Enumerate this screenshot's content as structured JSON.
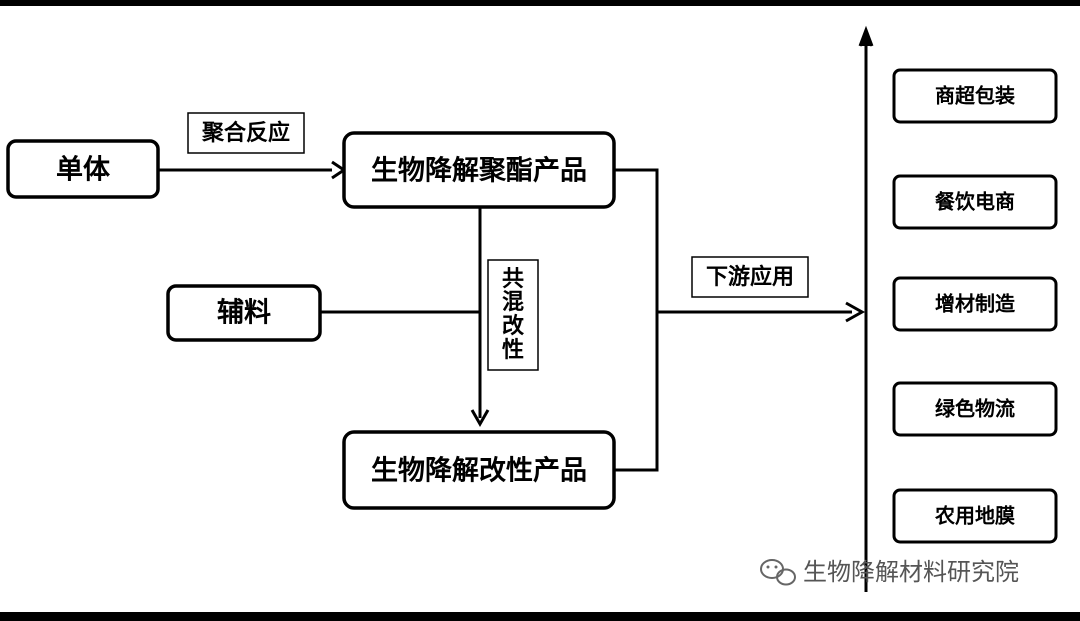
{
  "nodes": {
    "monomer": "单体",
    "polyester": "生物降解聚酯产品",
    "auxiliary": "辅料",
    "modified": "生物降解改性产品"
  },
  "edge_labels": {
    "polymerization": "聚合反应",
    "blending": "共混改性",
    "downstream": "下游应用"
  },
  "applications": [
    "商超包装",
    "餐饮电商",
    "增材制造",
    "绿色物流",
    "农用地膜"
  ],
  "watermark": {
    "text": "生物降解材料研究院",
    "icon": "wechat-icon"
  },
  "colors": {
    "line": "#000000",
    "background": "#ffffff",
    "watermark": "#555555"
  }
}
